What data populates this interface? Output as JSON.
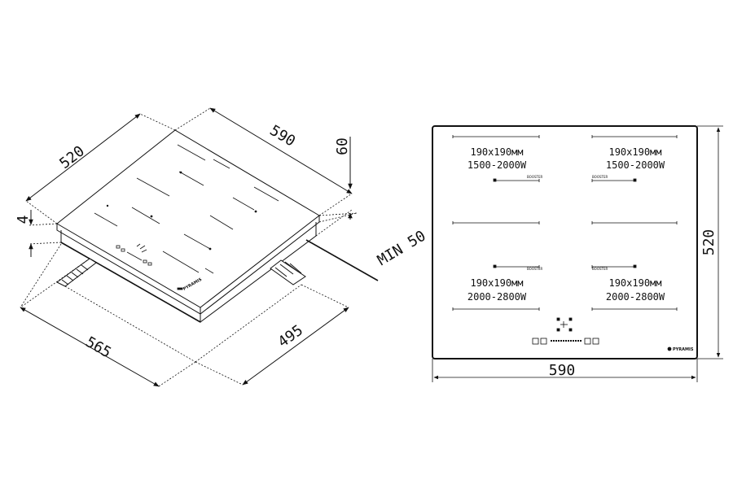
{
  "isometric": {
    "dims": {
      "width_top": "590",
      "depth_top": "520",
      "height": "60",
      "glass": "4",
      "cutout_width": "565",
      "cutout_depth": "495",
      "min_gap": "MIN 50"
    },
    "brand": "PYRAMIS"
  },
  "top_view": {
    "width": "590",
    "depth": "520",
    "zones": [
      {
        "size": "190x190мм",
        "power": "1500-2000W",
        "booster": "BOOSTER"
      },
      {
        "size": "190x190мм",
        "power": "1500-2000W",
        "booster": "BOOSTER"
      },
      {
        "size": "190x190мм",
        "power": "2000-2800W",
        "booster": "BOOSTER"
      },
      {
        "size": "190x190мм",
        "power": "2000-2800W",
        "booster": "BOOSTER"
      }
    ],
    "brand": "PYRAMIS"
  }
}
